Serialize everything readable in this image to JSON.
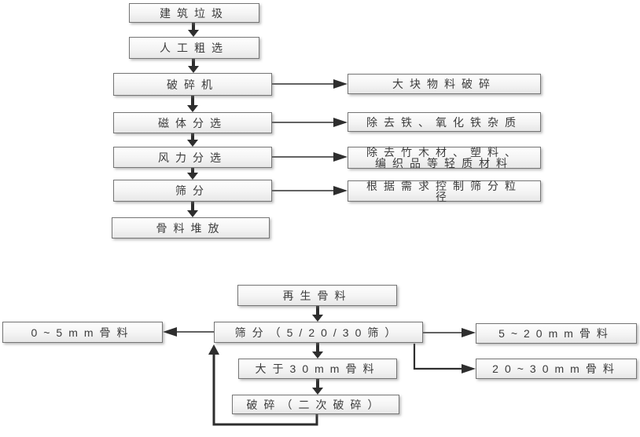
{
  "flow1": {
    "construction_waste": "建筑垃圾",
    "manual_sorting": "人工粗选",
    "crusher": "破碎机",
    "large_crushing": "大块物料破碎",
    "magnetic_separation": "磁体分选",
    "remove_iron": "除去铁、氧化铁杂质",
    "wind_separation": "风力分选",
    "remove_light": "除去竹木材、塑料、\n编织品等轻质材料",
    "screening": "筛分",
    "size_control": "根据需求控制筛分粒\n径",
    "stacking": "骨料堆放"
  },
  "flow2": {
    "recycled_aggregate": "再生骨料",
    "screening": "筛分（5/20/30筛）",
    "agg_0_5": "0~5mm骨料",
    "agg_5_20": "5~20mm骨料",
    "agg_20_30": "20~30mm骨料",
    "over_30": "大于30mm骨料",
    "secondary_crushing": "破碎（二次破碎）"
  },
  "colors": {
    "box_border": "#757575",
    "box_fill": "#f4f4f4",
    "arrow": "#2e2e2e",
    "text": "#3b3b3b"
  }
}
